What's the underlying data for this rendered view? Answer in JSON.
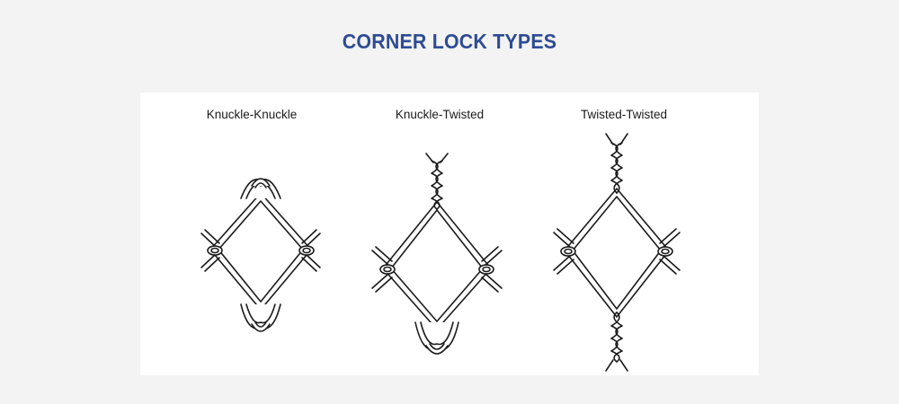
{
  "title": "CORNER LOCK TYPES",
  "diagrams": [
    {
      "label": "Knuckle-Knuckle",
      "icon": "knuckle-knuckle-diagram"
    },
    {
      "label": "Knuckle-Twisted",
      "icon": "knuckle-twisted-diagram"
    },
    {
      "label": "Twisted-Twisted",
      "icon": "twisted-twisted-diagram"
    }
  ],
  "colors": {
    "title": "#2e4c94",
    "background": "#f3f3f3",
    "panel": "#ffffff",
    "line": "#1b1b1b"
  }
}
